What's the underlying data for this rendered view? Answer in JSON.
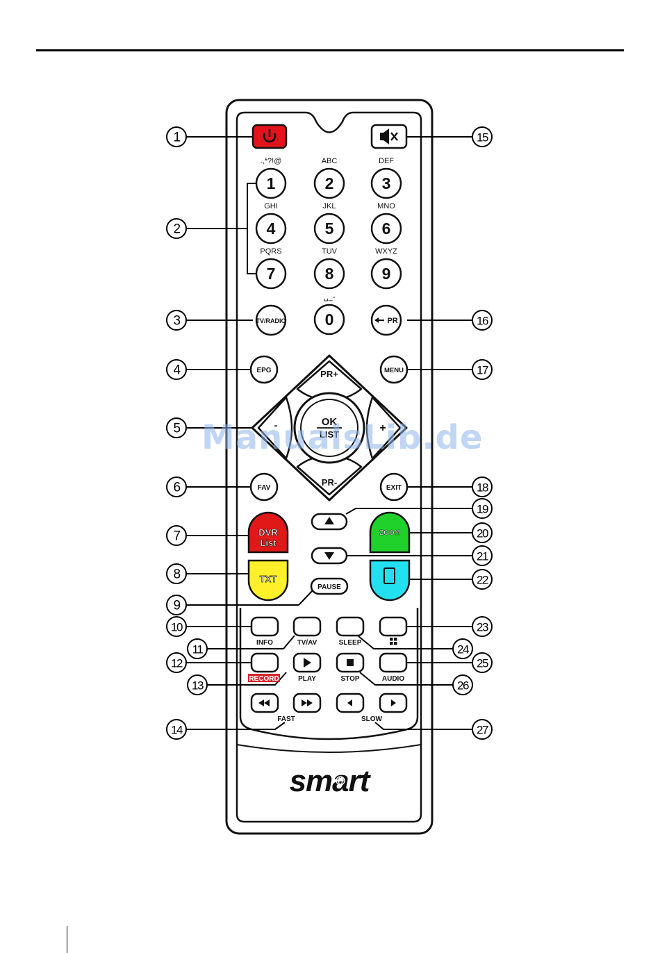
{
  "remote": {
    "brand": "smart",
    "numeric_keys": [
      {
        "digit": "1",
        "letters": ".,*?!@"
      },
      {
        "digit": "2",
        "letters": "ABC"
      },
      {
        "digit": "3",
        "letters": "DEF"
      },
      {
        "digit": "4",
        "letters": "GHI"
      },
      {
        "digit": "5",
        "letters": "JKL"
      },
      {
        "digit": "6",
        "letters": "MNO"
      },
      {
        "digit": "7",
        "letters": "PQRS"
      },
      {
        "digit": "8",
        "letters": "TUV"
      },
      {
        "digit": "9",
        "letters": "WXYZ"
      },
      {
        "digit": "0",
        "letters": "␣_-"
      }
    ],
    "buttons": {
      "tv_radio": "TV/RADIO",
      "recall_pr": "PR",
      "epg": "EPG",
      "menu": "MENU",
      "pr_plus": "PR+",
      "pr_minus": "PR-",
      "ok": "OK",
      "list": "LIST",
      "vol_minus": "-",
      "vol_plus": "+",
      "fav": "FAV",
      "exit": "EXIT",
      "dvr_list_line1": "DVR",
      "dvr_list_line2": "List",
      "zoom": "ZOOM",
      "txt": "TXT",
      "pause": "PAUSE"
    },
    "lower_labels": {
      "info": "INFO",
      "tv_av": "TV/AV",
      "sleep": "SLEEP",
      "record": "RECORD",
      "play": "PLAY",
      "stop": "STOP",
      "audio": "AUDIO",
      "fast": "FAST",
      "slow": "SLOW"
    },
    "colors": {
      "power": "#e0141a",
      "red_key": "#e01818",
      "green_key": "#1fd12a",
      "yellow_key": "#fff02a",
      "cyan_key": "#22e0f0",
      "record_label_bg": "#d8232a"
    }
  },
  "callouts": [
    "1",
    "2",
    "3",
    "4",
    "5",
    "6",
    "7",
    "8",
    "9",
    "10",
    "11",
    "12",
    "13",
    "14",
    "15",
    "16",
    "17",
    "18",
    "19",
    "20",
    "21",
    "22",
    "23",
    "24",
    "25",
    "26",
    "27"
  ],
  "watermark": "ManualsLib.de"
}
